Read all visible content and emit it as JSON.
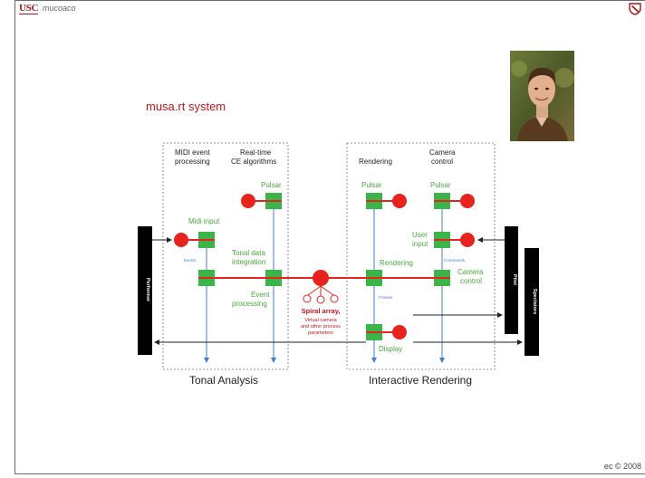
{
  "header": {
    "logo_text": "USC",
    "course": "mucoaco"
  },
  "slide": {
    "title": "musa.rt system",
    "footer": "ec © 2008"
  },
  "photo": {
    "description_icon": "portrait-photo"
  },
  "diagram": {
    "left_box": {
      "col1_header_line1": "MIDI event",
      "col1_header_line2": "processing",
      "col2_header_line1": "Real-time",
      "col2_header_line2": "CE algorithms",
      "label": "Tonal Analysis"
    },
    "right_box": {
      "col1_header": "Rendering",
      "col2_header_line1": "Camera",
      "col2_header_line2": "control",
      "label": "Interactive Rendering"
    },
    "nodes": {
      "pulsar_ce": "Pulsar",
      "midi_input": "Midi input",
      "tonal_line1": "Tonal data",
      "tonal_line2": "integration",
      "event_line1": "Event",
      "event_line2": "processing",
      "pulsar_render": "Pulsar",
      "pulsar_camera": "Pulsar",
      "user_line1": "User",
      "user_line2": "input",
      "rendering": "Rendering",
      "camera_line1": "Camera",
      "camera_line2": "control",
      "display": "Display"
    },
    "small_labels": {
      "events": "Events",
      "commands": "Commands",
      "frames": "Frames"
    },
    "spiral": {
      "title": "Spiral array,",
      "line1": "Virtual camera",
      "line2": "and other process",
      "line3": "parameters"
    },
    "actors": {
      "performer": "Performer",
      "pilot": "Pilot",
      "spectators": "Spectators"
    },
    "colors": {
      "node_green": "#3bb54a",
      "node_red": "#e8231e",
      "flow_blue": "#3f7fd0",
      "label_green": "#4aa83c",
      "title_red": "#c0161c"
    }
  }
}
